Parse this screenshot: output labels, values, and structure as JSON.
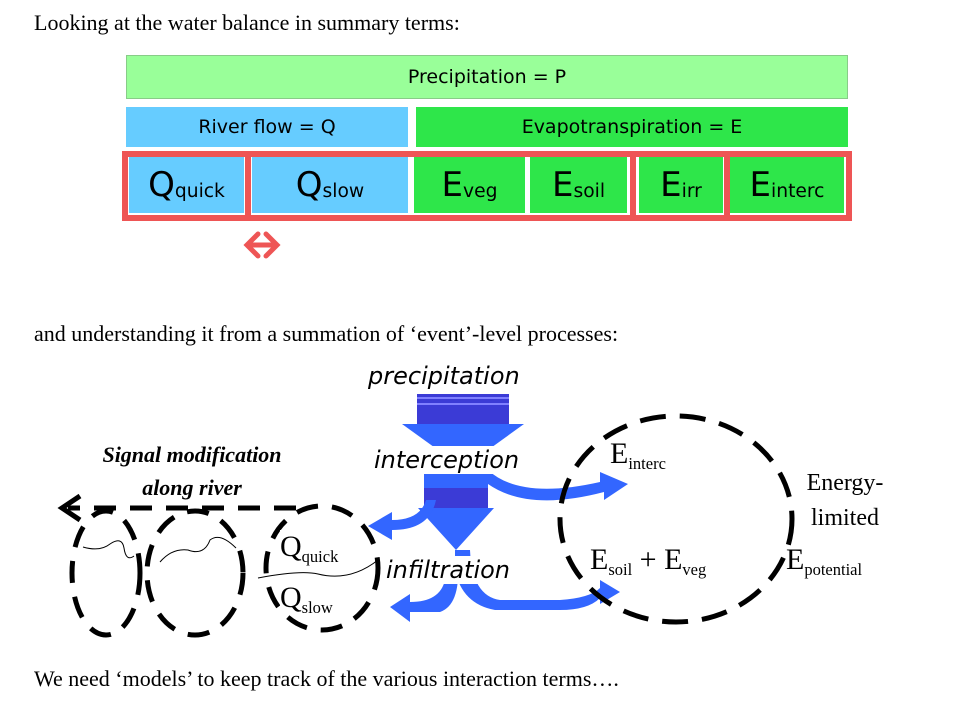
{
  "intro_text": "Looking at the water balance in summary terms:",
  "bars": {
    "precipitation": "Precipitation = P",
    "river_flow": "River flow = Q",
    "evapotranspiration": "Evapotranspiration = E"
  },
  "cells": [
    {
      "main": "Q",
      "sub": "quick"
    },
    {
      "main": "Q",
      "sub": "slow"
    },
    {
      "main": "E",
      "sub": "veg"
    },
    {
      "main": "E",
      "sub": "soil"
    },
    {
      "main": "E",
      "sub": "irr"
    },
    {
      "main": "E",
      "sub": "interc"
    }
  ],
  "event_text": "and understanding it from a summation of ‘event’-level processes:",
  "process_labels": {
    "precipitation": "precipitation",
    "interception": "interception",
    "infiltration": "infiltration"
  },
  "signal_label": [
    "Signal modification",
    "along river"
  ],
  "flux_labels": {
    "q_quick": {
      "main": "Q",
      "sub": "quick"
    },
    "q_slow": {
      "main": "Q",
      "sub": "slow"
    },
    "e_interc": {
      "main": "E",
      "sub": "interc"
    },
    "e_soil_veg": {
      "main1": "E",
      "sub1": "soil",
      "plus": " + E",
      "sub2": "veg"
    },
    "e_potential": {
      "main": "E",
      "sub": "potential"
    }
  },
  "energy_label": [
    "Energy-",
    "limited"
  ],
  "footer_text": "We need ‘models’ to keep track of the various interaction terms….",
  "colors": {
    "precip_bar": "#99ff99",
    "river_bar": "#66ccff",
    "evap_bar": "#2ee64a",
    "outline": "#ee5555",
    "arrow_blue": "#3366ff",
    "stem_blue": "#3b3bd6"
  }
}
